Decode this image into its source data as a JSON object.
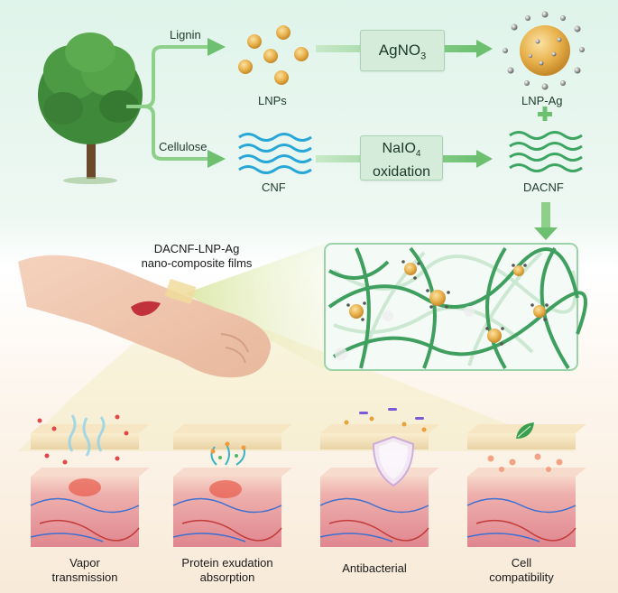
{
  "top": {
    "branch_lignin": "Lignin",
    "branch_cellulose": "Cellulose",
    "lnps": "LNPs",
    "cnf": "CNF",
    "lnp_ag": "LNP-Ag",
    "dacnf": "DACNF",
    "agno3": {
      "base": "AgNO",
      "sub": "3"
    },
    "naio4": {
      "base": "NaIO",
      "sub": "4",
      "line2": "oxidation"
    },
    "plus": "+"
  },
  "films_label": {
    "line1": "DACNF-LNP-Ag",
    "line2": "nano-composite films"
  },
  "panels": [
    {
      "line1": "Vapor",
      "line2": "transmission"
    },
    {
      "line1": "Protein exudation",
      "line2": "absorption"
    },
    {
      "line1": "Antibacterial",
      "line2": ""
    },
    {
      "line1": "Cell",
      "line2": "compatibility"
    }
  ],
  "colors": {
    "arrow_green": "#7cc47a",
    "fiber_green": "#3a9a5c",
    "wave_blue": "#27a7d8",
    "particle_gold": "#e8b14c",
    "skin_pink": "#e48b94"
  },
  "icons": [
    "tree-icon",
    "hand-icon",
    "shield-icon",
    "leaf-icon"
  ]
}
